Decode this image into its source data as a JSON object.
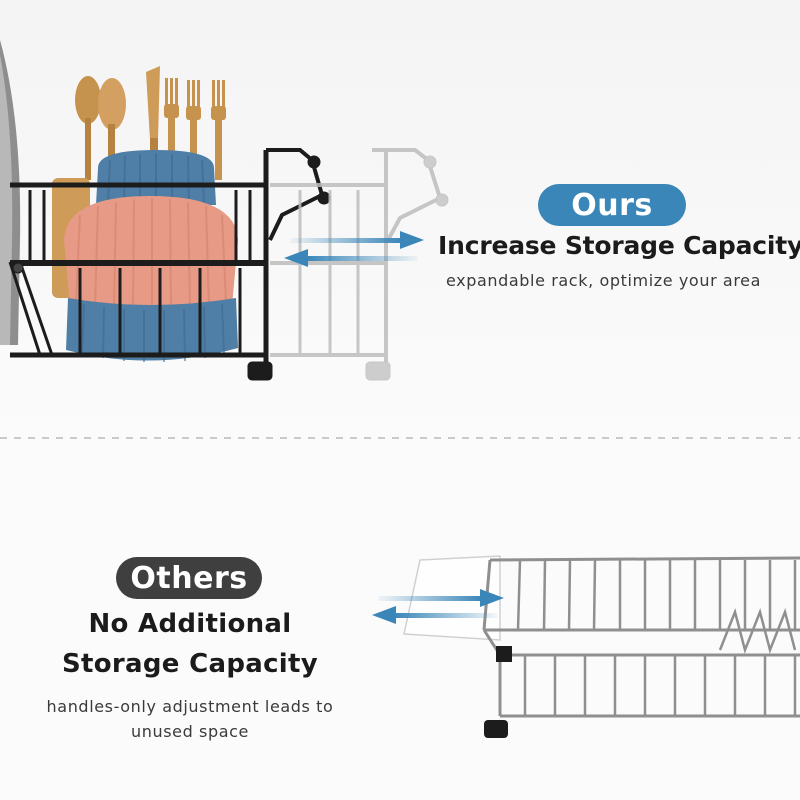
{
  "ours": {
    "badge": "Ours",
    "headline": "Increase Storage Capacity",
    "subtext": "expandable rack, optimize your area"
  },
  "others": {
    "badge": "Others",
    "headline": "No Additional Storage Capacity",
    "subtext": "handles-only adjustment leads to unused space"
  },
  "colors": {
    "ours_badge": "#3a86b9",
    "others_badge": "#3f3f3f",
    "arrow_blue": "#3a86b9",
    "rack_black": "#1c1c1c",
    "rack_steel": "#9a9a9a",
    "bowl_blue": "#4f7ea6",
    "bowl_pink": "#e79a86",
    "utensil_gold": "#c6934f"
  },
  "icons": [
    "double-arrow-icon",
    "divider-dashed-line"
  ]
}
